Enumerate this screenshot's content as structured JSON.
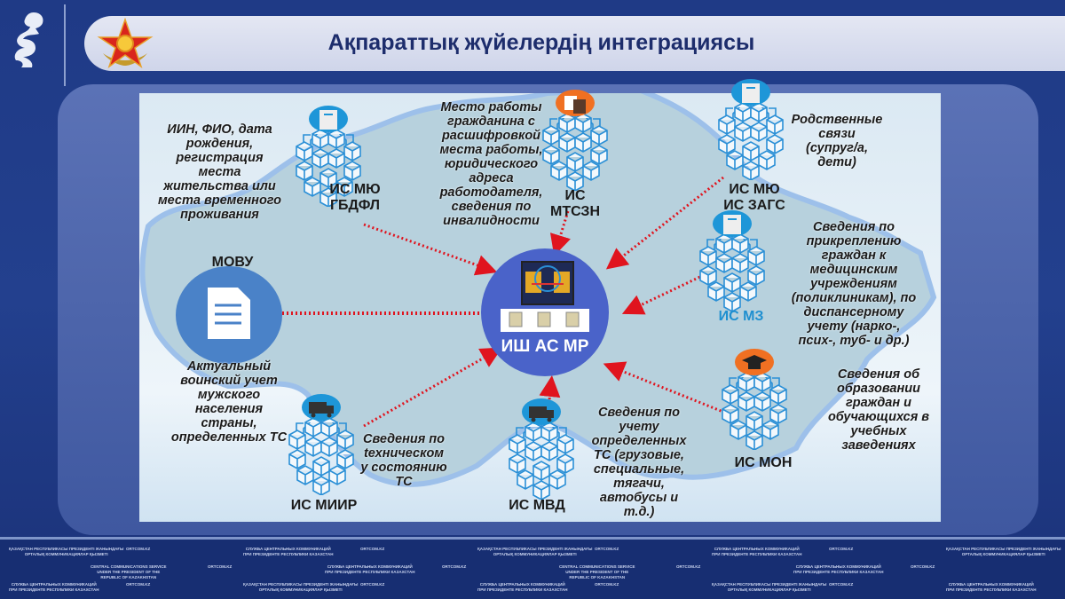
{
  "title": "Ақпараттық жүйелердің интеграциясы",
  "hub": {
    "label": "ИШ АС МР"
  },
  "movu": {
    "label": "МОВУ"
  },
  "nodes": [
    {
      "id": "gbdfl",
      "label": "ИС МЮ\nГБДФЛ",
      "badge_color": "#1e96d8",
      "badge_icon": "document-icon",
      "label_color": "#1a1a1a"
    },
    {
      "id": "mtszn",
      "label": "ИС\nМТСЗН",
      "badge_color": "#f07022",
      "badge_icon": "calculator-icon",
      "label_color": "#1a1a1a"
    },
    {
      "id": "zags",
      "label": "ИС МЮ\nИС ЗАГС",
      "badge_color": "#1e96d8",
      "badge_icon": "document-icon",
      "label_color": "#1a1a1a"
    },
    {
      "id": "mz",
      "label": "ИС МЗ",
      "badge_color": "#1e96d8",
      "badge_icon": "document-icon",
      "label_color": "#1e8fd0"
    },
    {
      "id": "mon",
      "label": "ИС МОН",
      "badge_color": "#f07022",
      "badge_icon": "graduation-cap-icon",
      "label_color": "#1a1a1a"
    },
    {
      "id": "mvd",
      "label": "ИС МВД",
      "badge_color": "#1e96d8",
      "badge_icon": "truck-icon",
      "label_color": "#1a1a1a"
    },
    {
      "id": "miir",
      "label": "ИС МИИР",
      "badge_color": "#1e96d8",
      "badge_icon": "truck-icon",
      "label_color": "#1a1a1a"
    }
  ],
  "descriptions": {
    "gbdfl": "ИИН, ФИО, дата\nрождения,\nрегистрация\nместа\nжительства или\nместа временного\nпроживания",
    "mtszn": "Место работы\nгражданина с\nрасшифровкой\nместа работы,\nюридического\nадреса\nработодателя,\nсведения по\nинвалидности",
    "zags": "Родственные\nсвязи\n(супруг/а,\nдети)",
    "mz": "Сведения по\nприкреплению\nграждан к\nмедицинским\nучреждениям\n(поликлиникам), по\nдиспансерному\nучету (нарко-,\nпсих-, туб- и др.)",
    "movu": "Актуальный\nвоинский учет\nмужского\nнаселения\nстраны,\nопределенных ТС",
    "miir": "Сведения по\ntехническом\nу состоянию\nТС",
    "mvd": "Сведения по\nучету\nопределенных\nТС (грузовые,\nспециальные,\nтягачи,\nавтобусы и\nт.д.)",
    "mon": "Сведения об\nобразовании\nграждан и\nобучающихся в\nучебных\nзаведениях"
  },
  "footer": {
    "site": "ORTCOM.KZ",
    "kz": "ҚАЗАҚСТАН РЕСПУБЛИКАСЫ ПРЕЗИДЕНТІ ЖАНЫНДАҒЫ\nОРТАЛЫҚ КОММУНИКАЦИЯЛАР ҚЫЗМЕТІ",
    "ru": "СЛУЖБА ЦЕНТРАЛЬНЫХ КОММУНИКАЦИЙ\nПРИ ПРЕЗИДЕНТЕ РЕСПУБЛИКИ КАЗАХСТАН",
    "en": "CENTRAL COMMUNICATIONS SERVICE\nUNDER THE PRESIDENT OF THE\nREPUBLIC OF KAZAKHSTAN"
  },
  "colors": {
    "arrow": "#e0141e",
    "cube": "#2a8fd6",
    "hub": "#4a63c9"
  }
}
